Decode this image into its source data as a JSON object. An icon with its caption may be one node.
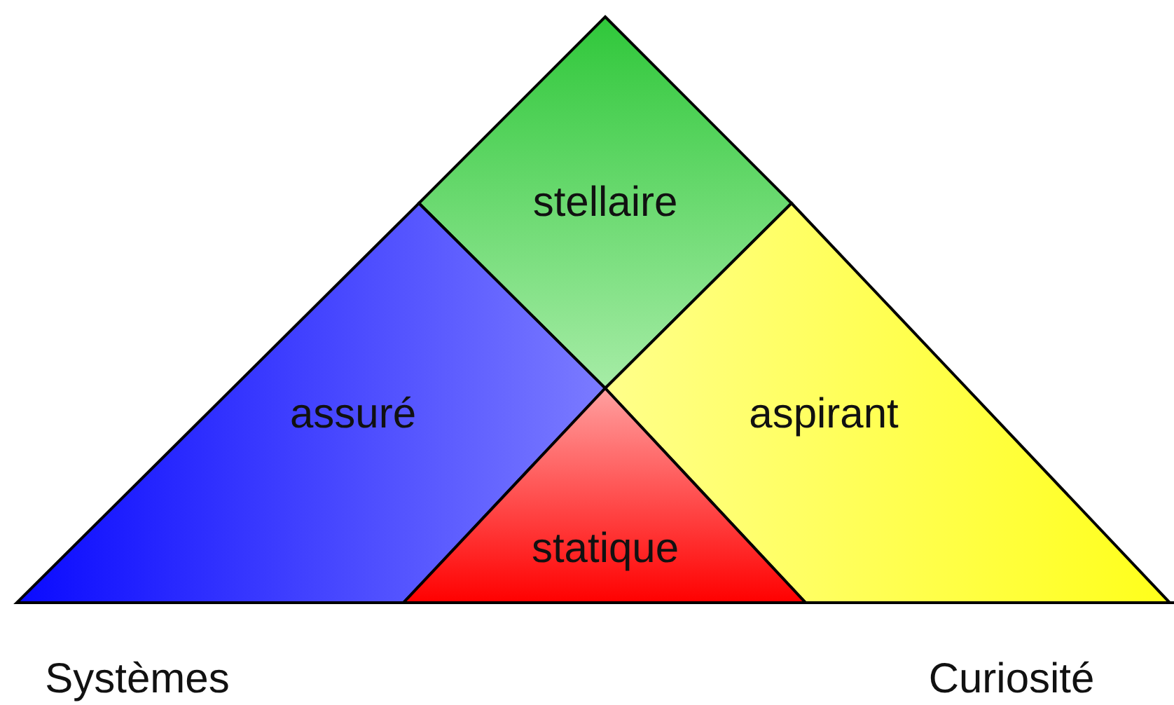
{
  "diagram": {
    "nodes": [
      {
        "text": [
          "stellaire"
        ]
      },
      {
        "text": [
          "assuré"
        ]
      },
      {
        "text": [
          "aspirant"
        ]
      },
      {
        "text": [
          "statique"
        ]
      }
    ],
    "labels": [
      "Systèmes",
      "Curiosité"
    ]
  }
}
